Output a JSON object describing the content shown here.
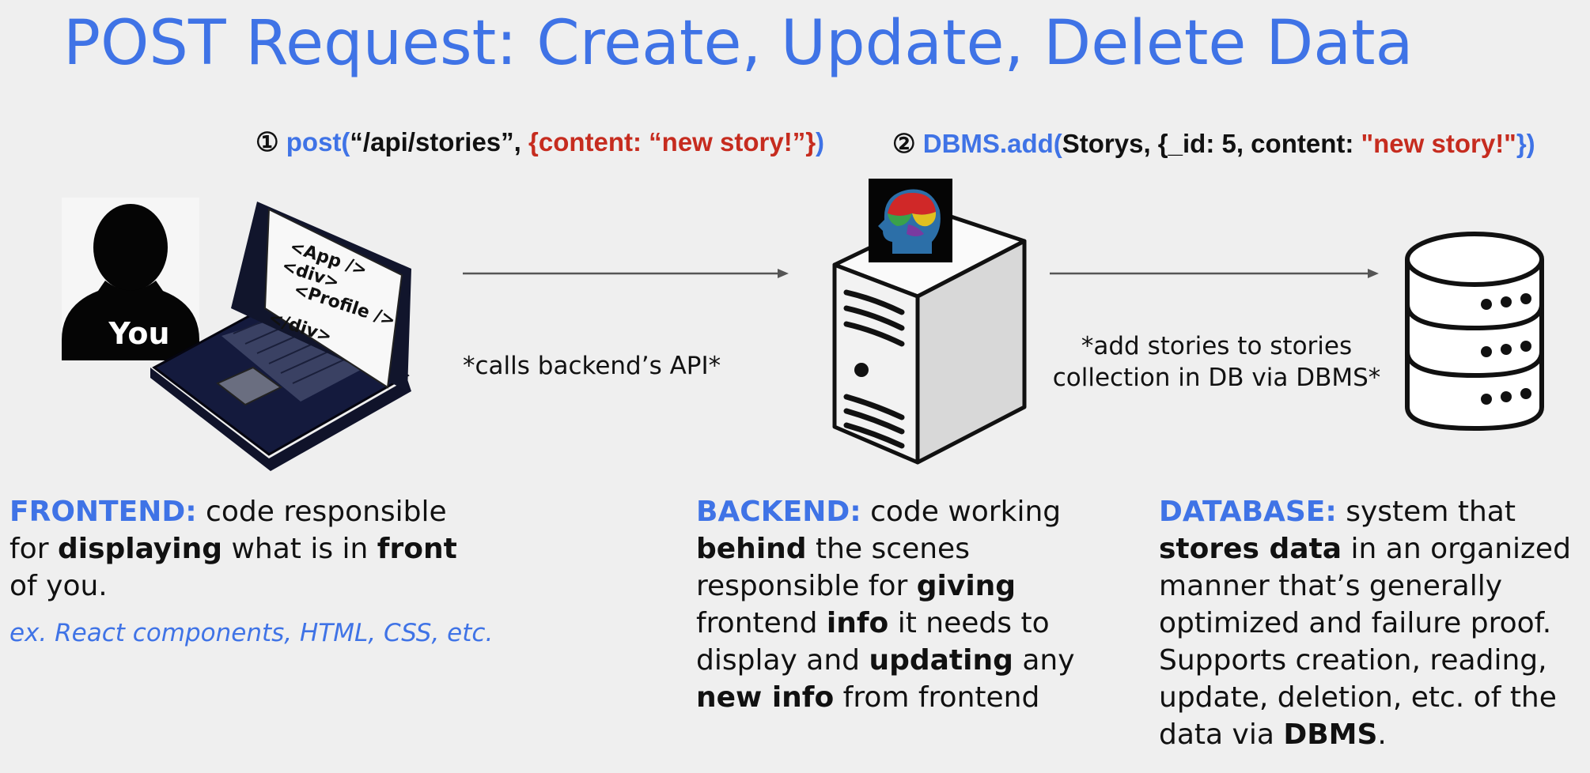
{
  "title": "POST Request: Create, Update, Delete Data",
  "step1": {
    "number": "①",
    "func": "post(",
    "route": "“/api/stories”, ",
    "payload": "{content: “new story!”}",
    "close": ")"
  },
  "step2": {
    "number": "②",
    "func": "DBMS.add(",
    "args": "Storys, {_id:  5, content:  ",
    "value": "\"new story!\"",
    "close": "})"
  },
  "user": {
    "label": "You"
  },
  "laptop_screen": {
    "line1": "<App />",
    "line2": "<div>",
    "line3": "<Profile />",
    "line4": "</div>"
  },
  "arrow1_note": "*calls backend’s API*",
  "arrow2_note_line1": "*add stories to stories",
  "arrow2_note_line2": "collection in DB via DBMS*",
  "frontend": {
    "heading": "FRONTEND:",
    "t1": " code responsible",
    "t2": "for ",
    "b1": "displaying",
    "t3": " what is in ",
    "b2": "front",
    "t4": "of you.",
    "example": "ex. React components, HTML, CSS, etc."
  },
  "backend": {
    "heading": "BACKEND:",
    "t1": " code working",
    "b1": "behind",
    "t2": " the scenes",
    "t3": "responsible for ",
    "b2": "giving",
    "t4": "frontend ",
    "b3": "info",
    "t5": " it needs to",
    "t6": "display and ",
    "b4": "updating",
    "t7": " any",
    "b5": "new info",
    "t8": " from frontend"
  },
  "database": {
    "heading": "DATABASE:",
    "t1": " system that",
    "b1": "stores data",
    "t2": " in an organized",
    "t3": "manner that’s generally",
    "t4": "optimized and failure proof.",
    "t5": "Supports creation, reading,",
    "t6": "update, deletion, etc. of the",
    "t7": "data via ",
    "b2": "DBMS",
    "t8": "."
  },
  "colors": {
    "accent": "#3f73e6",
    "highlight": "#c62c1f",
    "background": "#efefef"
  }
}
